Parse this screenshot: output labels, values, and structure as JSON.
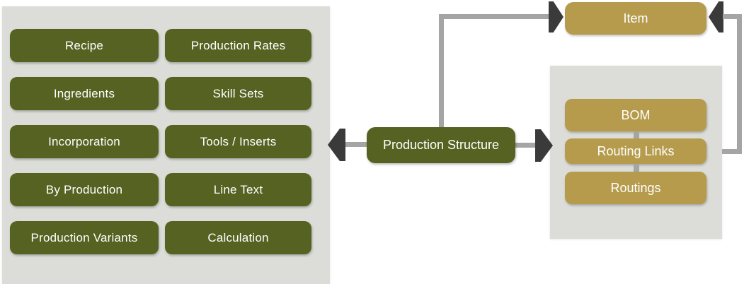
{
  "colors": {
    "olive": "#566222",
    "gold": "#b59b4b",
    "panel": "#dcddd8",
    "connector": "#a5a5a5",
    "arrow": "#3a3a3a",
    "text": "#ffffff"
  },
  "left_panel": {
    "items": [
      {
        "label": "Recipe"
      },
      {
        "label": "Production Rates"
      },
      {
        "label": "Ingredients"
      },
      {
        "label": "Skill Sets"
      },
      {
        "label": "Incorporation"
      },
      {
        "label": "Tools / Inserts"
      },
      {
        "label": "By Production"
      },
      {
        "label": "Line Text"
      },
      {
        "label": "Production Variants"
      },
      {
        "label": "Calculation"
      }
    ]
  },
  "center_node": {
    "label": "Production Structure"
  },
  "item_node": {
    "label": "Item"
  },
  "right_panel": {
    "items": [
      {
        "label": "BOM"
      },
      {
        "label": "Routing Links"
      },
      {
        "label": "Routings"
      }
    ]
  }
}
